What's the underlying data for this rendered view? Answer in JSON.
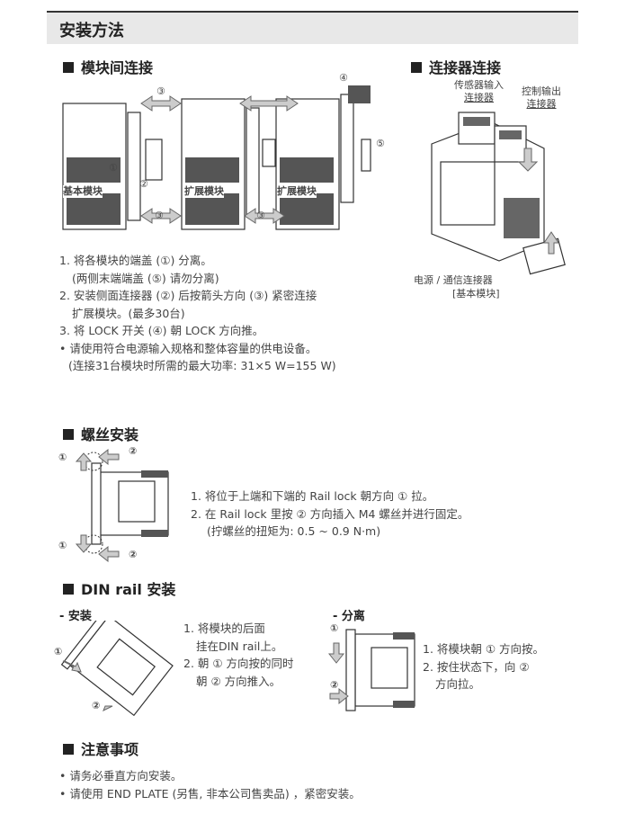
{
  "header": {
    "title": "安装方法"
  },
  "module_connection": {
    "title": "模块间连接",
    "labels": {
      "basic": "基本模块",
      "ext1": "扩展模块",
      "ext2": "扩展模块"
    },
    "steps": [
      "1. 将各模块的端盖 (①) 分离。",
      "(两侧末端端盖 (⑤) 请勿分离)",
      "2. 安装侧面连接器 (②) 后按箭头方向 (③) 紧密连接",
      "扩展模块。(最多30台)",
      "3. 将 LOCK 开关 (④) 朝 LOCK 方向推。",
      "• 请使用符合电源输入规格和整体容量的供电设备。",
      "(连接31台模块时所需的最大功率: 31×5 W=155 W)"
    ]
  },
  "connector_connection": {
    "title": "连接器连接",
    "sensor_input": [
      "传感器输入",
      "连接器"
    ],
    "control_output": [
      "控制输出",
      "连接器"
    ],
    "power_comm": "电源 / 通信连接器",
    "power_comm_sub": "[基本模块]"
  },
  "screw_mount": {
    "title": "螺丝安装",
    "steps": [
      "1. 将位于上端和下端的 Rail lock 朝方向 ① 拉。",
      "2. 在 Rail lock 里按 ② 方向插入 M4 螺丝并进行固定。",
      "(拧螺丝的扭矩为: 0.5 ~ 0.9 N·m)"
    ]
  },
  "din_rail": {
    "title": "DIN rail 安装",
    "install": {
      "label": "- 安装",
      "steps": [
        "1. 将模块的后面",
        "挂在DIN rail上。",
        "2. 朝 ① 方向按的同时",
        "朝 ② 方向推入。"
      ]
    },
    "remove": {
      "label": "- 分离",
      "steps": [
        "1. 将模块朝 ① 方向按。",
        "2. 按住状态下，向 ②",
        "方向拉。"
      ]
    }
  },
  "notes": {
    "title": "注意事项",
    "items": [
      "• 请务必垂直方向安装。",
      "• 请使用 END PLATE (另售, 非本公司售卖品) ，紧密安装。"
    ]
  },
  "marks": {
    "c1": "①",
    "c2": "②",
    "c3": "③",
    "c4": "④",
    "c5": "⑤"
  }
}
